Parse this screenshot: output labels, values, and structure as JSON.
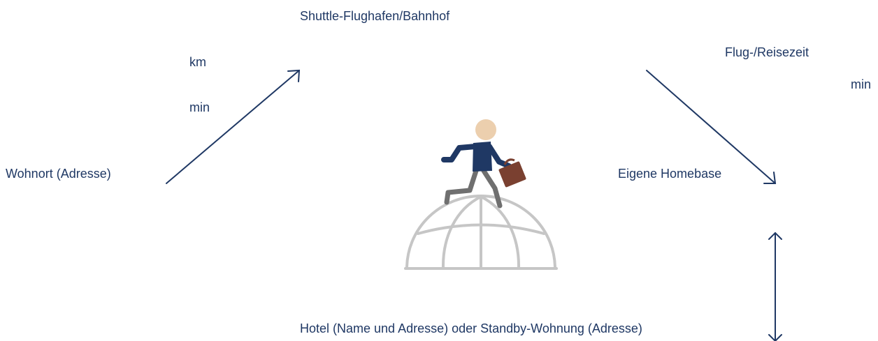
{
  "labels": {
    "shuttle": "Shuttle-Flughafen/Bahnhof",
    "km": "km",
    "min_shuttle": "min",
    "wohnort": "Wohnort (Adresse)",
    "flug": "Flug-/Reisezeit",
    "min_flug": "min",
    "homebase": "Eigene Homebase",
    "hotel": "Hotel (Name und Adresse) oder Standby-Wohnung (Adresse)"
  },
  "colors": {
    "text": "#1f3864",
    "arrow": "#1f3864",
    "globe": "#c6c6c6",
    "suit": "#1f3864",
    "skin": "#eccfae",
    "pants": "#6f6f6f",
    "briefcase": "#7a4030"
  },
  "icons": {
    "illustration": "businessman-on-globe-icon",
    "arrow_up_right": "arrow-up-right-icon",
    "arrow_down_right": "arrow-down-right-icon",
    "arrow_vertical": "double-arrow-vertical-icon"
  }
}
